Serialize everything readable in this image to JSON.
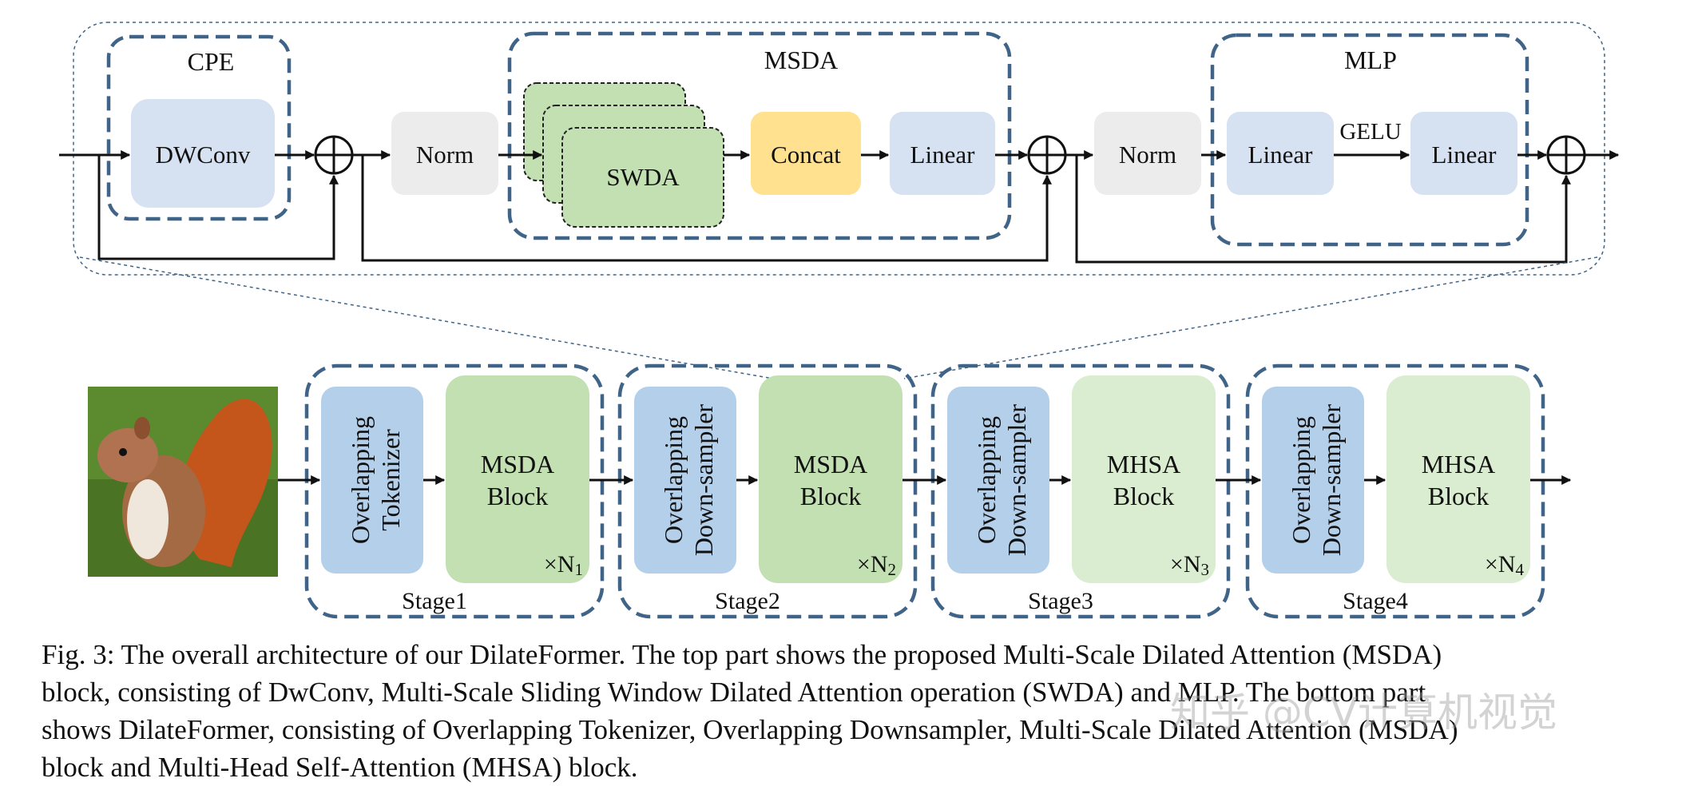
{
  "top_block": {
    "cpe": {
      "title": "CPE",
      "node": "DWConv"
    },
    "norm1": "Norm",
    "msda": {
      "title": "MSDA",
      "swda": "SWDA",
      "concat": "Concat",
      "linear": "Linear"
    },
    "norm2": "Norm",
    "mlp": {
      "title": "MLP",
      "linear1": "Linear",
      "activation": "GELU",
      "linear2": "Linear"
    }
  },
  "stages": [
    {
      "label": "Stage1",
      "first": [
        "Overlapping",
        "Tokenizer"
      ],
      "block": [
        "MSDA",
        "Block"
      ],
      "repeat": "×N",
      "sub": "1"
    },
    {
      "label": "Stage2",
      "first": [
        "Overlapping",
        "Down-sampler"
      ],
      "block": [
        "MSDA",
        "Block"
      ],
      "repeat": "×N",
      "sub": "2"
    },
    {
      "label": "Stage3",
      "first": [
        "Overlapping",
        "Down-sampler"
      ],
      "block": [
        "MHSA",
        "Block"
      ],
      "repeat": "×N",
      "sub": "3"
    },
    {
      "label": "Stage4",
      "first": [
        "Overlapping",
        "Down-sampler"
      ],
      "block": [
        "MHSA",
        "Block"
      ],
      "repeat": "×N",
      "sub": "4"
    }
  ],
  "caption": {
    "line1": "Fig. 3: The overall architecture of our DilateFormer. The top part shows the proposed Multi-Scale Dilated Attention (MSDA)",
    "line2": "block, consisting of DwConv, Multi-Scale Sliding Window Dilated Attention operation (SWDA) and MLP. The bottom part",
    "line3": "shows DilateFormer, consisting of Overlapping Tokenizer, Overlapping Downsampler, Multi-Scale Dilated Attention (MSDA)",
    "line4": "block and Multi-Head Self-Attention (MHSA) block."
  },
  "watermark": "知乎 @CV计算机视觉",
  "colors": {
    "dashed_border": "#3f6487",
    "blue_box": "#d6e1f2",
    "gray_box": "#ececec",
    "green_box": "#c2e0b2",
    "light_green_box": "#daedd0",
    "concat_box": "#ffe190",
    "stage_blue_box": "#b4cfe9"
  }
}
